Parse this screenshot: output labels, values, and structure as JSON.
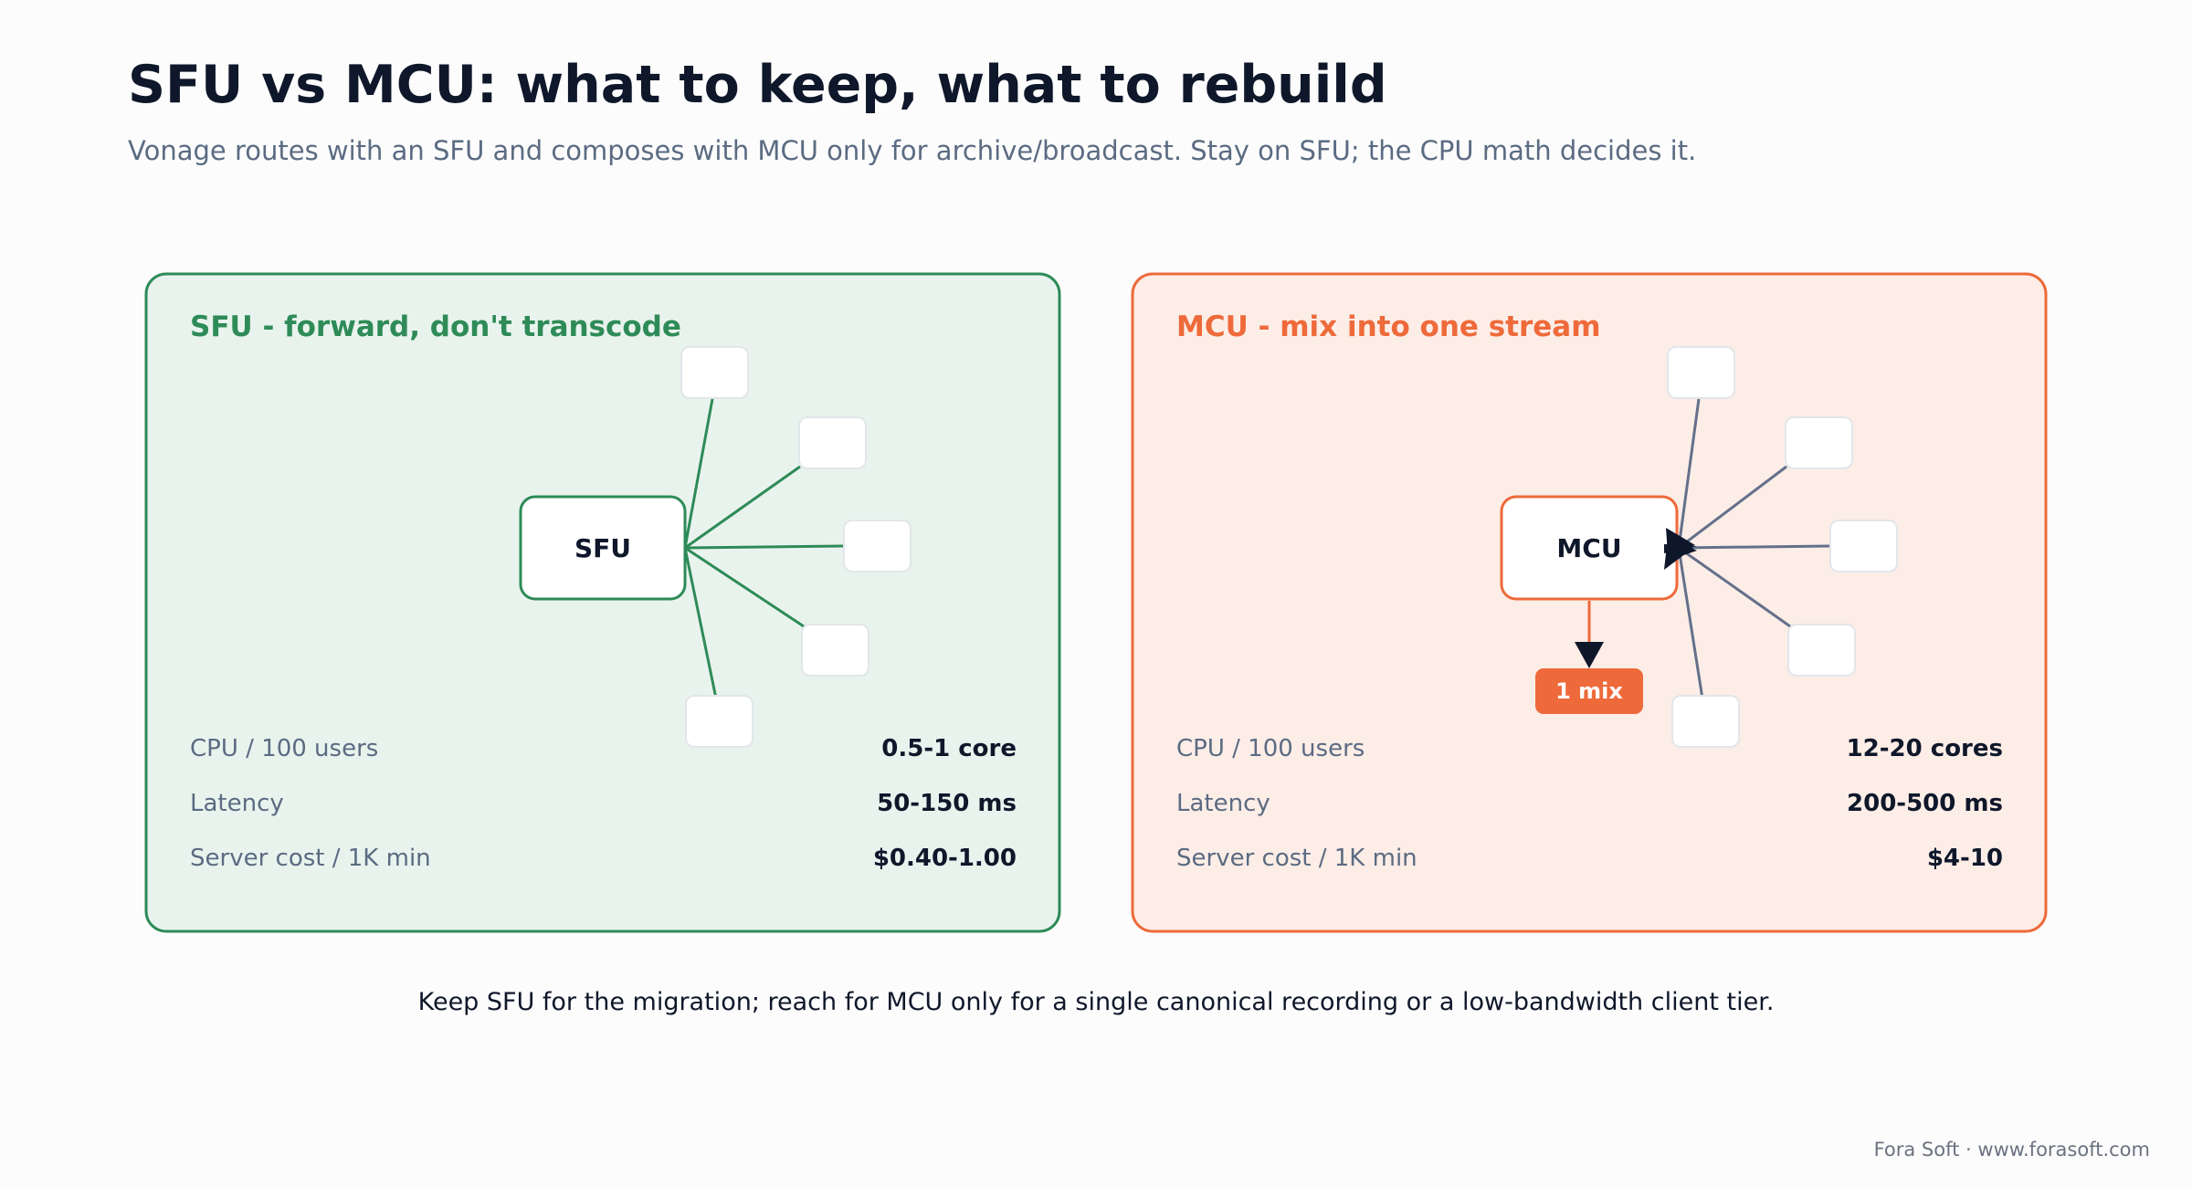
{
  "title": "SFU vs MCU: what to keep, what to rebuild",
  "subtitle": "Vonage routes with an SFU and composes with MCU only for archive/broadcast. Stay on SFU; the CPU math decides it.",
  "colors": {
    "sfu_accent": "#2e8b57",
    "sfu_bg": "#e9f3ee",
    "mcu_accent": "#ee6a3a",
    "mcu_bg": "#fdede7",
    "mcu_edge": "#64708a",
    "arrow": "#0f172a"
  },
  "sfu": {
    "title": "SFU - forward, don't transcode",
    "hub_label": "SFU",
    "metrics": [
      {
        "label": "CPU / 100 users",
        "value": "0.5-1 core"
      },
      {
        "label": "Latency",
        "value": "50-150 ms"
      },
      {
        "label": "Server cost / 1K min",
        "value": "$0.40-1.00"
      }
    ]
  },
  "mcu": {
    "title": "MCU - mix into one stream",
    "hub_label": "MCU",
    "output_label": "1 mix",
    "metrics": [
      {
        "label": "CPU / 100 users",
        "value": "12-20 cores"
      },
      {
        "label": "Latency",
        "value": "200-500 ms"
      },
      {
        "label": "Server cost / 1K min",
        "value": "$4-10"
      }
    ]
  },
  "footnote": "Keep SFU for the migration; reach for MCU only for a single canonical recording or a low-bandwidth client tier.",
  "credit": "Fora Soft · www.forasoft.com"
}
